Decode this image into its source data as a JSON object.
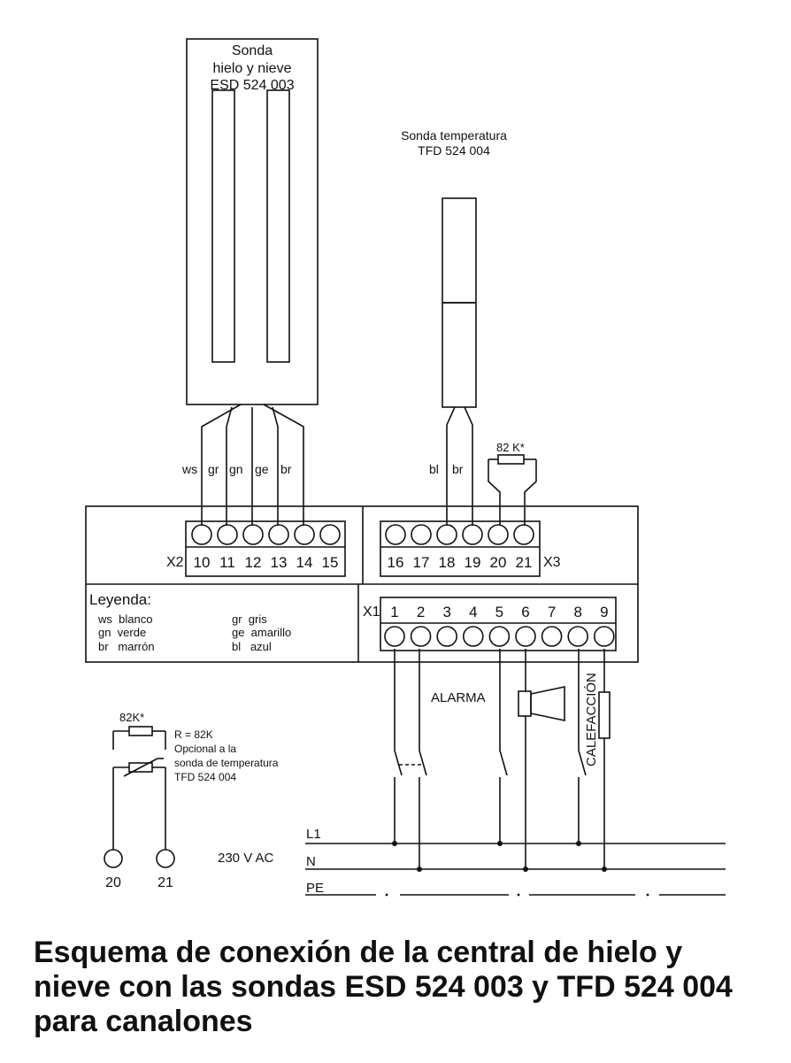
{
  "probe_snow": {
    "lines": [
      "Sonda",
      "hielo y nieve",
      "ESD 524 003"
    ],
    "wires": [
      "ws",
      "gr",
      "gn",
      "ge",
      "br"
    ]
  },
  "probe_temp": {
    "lines": [
      "Sonda temperatura",
      "TFD 524 004"
    ],
    "wires": [
      "bl",
      "br"
    ]
  },
  "resistor_top_label": "82 K*",
  "terminals_x2": {
    "label": "X2",
    "numbers": [
      "10",
      "11",
      "12",
      "13",
      "14",
      "15"
    ]
  },
  "terminals_x3": {
    "label": "X3",
    "numbers": [
      "16",
      "17",
      "18",
      "19",
      "20",
      "21"
    ]
  },
  "terminals_x1": {
    "label": "X1",
    "numbers": [
      "1",
      "2",
      "3",
      "4",
      "5",
      "6",
      "7",
      "8",
      "9"
    ]
  },
  "legend": {
    "title": "Leyenda:",
    "col1": [
      "ws  blanco",
      "gn  verde",
      "br   marrón"
    ],
    "col2": [
      "gr  gris",
      "ge  amarillo",
      "bl   azul"
    ]
  },
  "alarm_label": "ALARMA",
  "heating_label": "CALEFACCIÓN",
  "option": {
    "resistor_label": "82K*",
    "note": [
      "R = 82K",
      "Opcional a la",
      "sonda de temperatura",
      "TFD 524 004"
    ],
    "terminals": [
      "20",
      "21"
    ]
  },
  "mains": {
    "voltage": "230 V AC",
    "lines": [
      "L1",
      "N",
      "PE"
    ]
  },
  "title_lines": [
    "Esquema de conexión de la central de hielo y",
    "nieve con las sondas ESD 524 003 y TFD 524 004",
    "para canalones"
  ]
}
